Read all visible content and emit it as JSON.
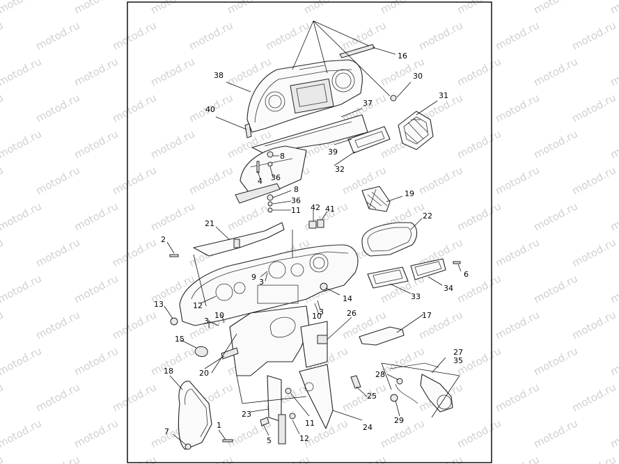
{
  "watermark": "motod.ru",
  "callouts": [
    "1",
    "2",
    "3",
    "4",
    "5",
    "6",
    "7",
    "8",
    "9",
    "10",
    "11",
    "12",
    "13",
    "14",
    "15",
    "16",
    "17",
    "18",
    "19",
    "20",
    "21",
    "22",
    "23",
    "24",
    "25",
    "26",
    "27",
    "28",
    "29",
    "30",
    "31",
    "32",
    "33",
    "34",
    "35",
    "36",
    "37",
    "38",
    "39",
    "40",
    "41",
    "42"
  ]
}
